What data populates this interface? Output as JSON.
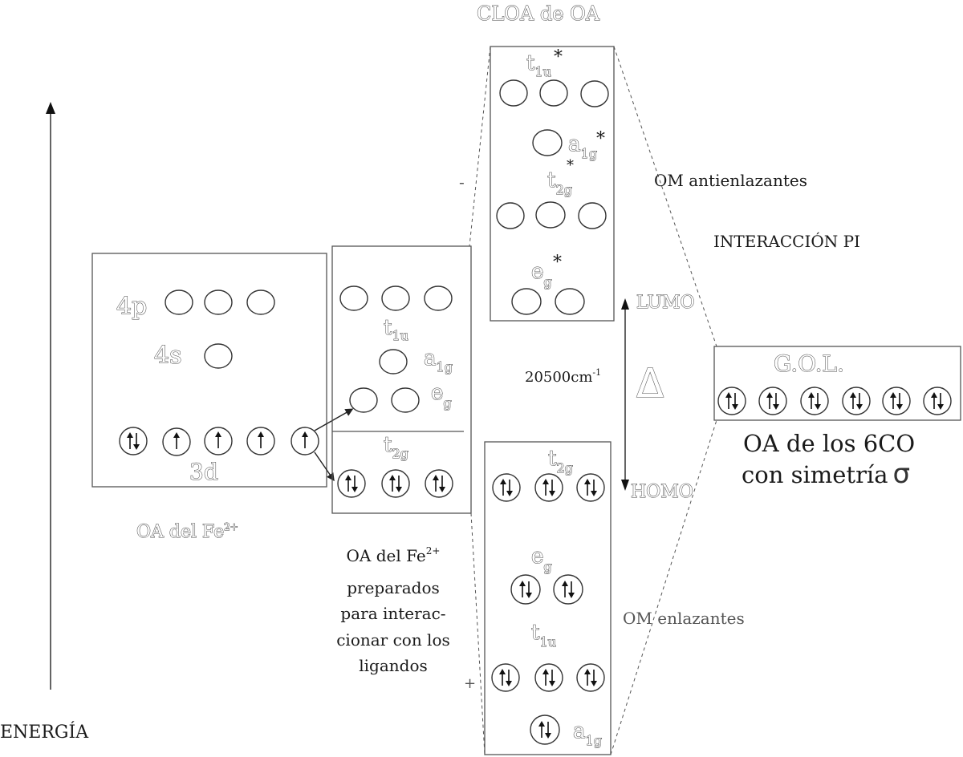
{
  "axis": {
    "label": "ENERGÍA"
  },
  "fe_atom": {
    "label_4p": "4p",
    "label_4s": "4s",
    "label_3d": "3d",
    "caption": "OA  del Fe",
    "caption_sup": "2+"
  },
  "prepared": {
    "t1u": "t",
    "t1u_sub": "1u",
    "a1g": "a",
    "a1g_sub": "1g",
    "eg": "e",
    "eg_sub": "g",
    "t2g": "t",
    "t2g_sub": "2g",
    "caption_line1": "OA del Fe",
    "caption_line1_sup": "2+",
    "caption_line2": "preparados",
    "caption_line3": "para interac-",
    "caption_line4": "cionar con los",
    "caption_line5": "ligandos"
  },
  "cloa": {
    "title": "CLOA de OA",
    "minus": "-",
    "plus": "+",
    "t1u_star": "t",
    "t1u_star_sub": "1u",
    "a1g_star": "a",
    "a1g_star_sub": "1g",
    "t2g_star": "t",
    "t2g_star_sub": "2g",
    "eg_star": "e",
    "eg_star_sub": "g",
    "star": "*",
    "t2g": "t",
    "t2g_sub": "2g",
    "eg": "e",
    "eg_sub": "g",
    "t1u": "t",
    "t1u_sub": "1u",
    "a1g": "a",
    "a1g_sub": "1g"
  },
  "gap": {
    "energy": "20500cm",
    "energy_sup": "-1",
    "delta": "Δ",
    "lumo": "LUMO",
    "homo": "HOMO"
  },
  "labels": {
    "om_antienlazantes": "OM antienlazantes",
    "interaccion": "INTERACCIÓN PI",
    "om_enlazantes": "OM enlazantes"
  },
  "gol": {
    "title": "G.O.L.",
    "caption_line1": "OA de los 6CO",
    "caption_line2": "con simetría",
    "sigma": "σ"
  }
}
